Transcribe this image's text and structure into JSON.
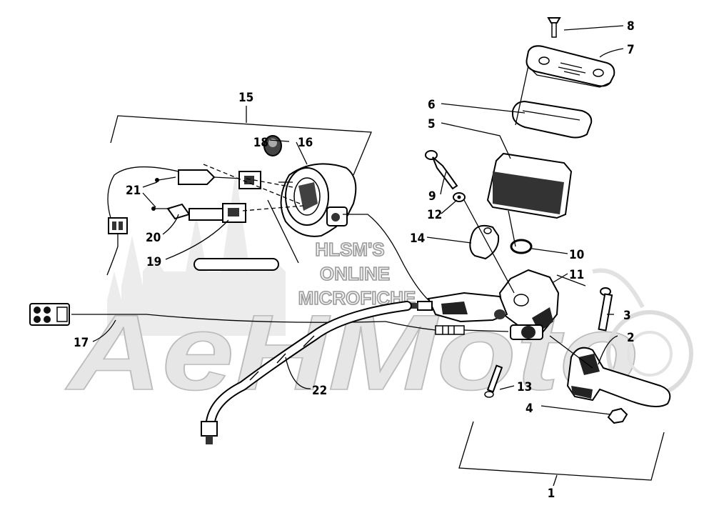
{
  "watermark": {
    "line1": "HLSM'S",
    "line2": "ONLINE",
    "line3": "MICROFICHE",
    "brand": "AeHMoto",
    "color": "#bcbcbc"
  },
  "callouts": [
    {
      "id": "1",
      "text": "1"
    },
    {
      "id": "2",
      "text": "2"
    },
    {
      "id": "3",
      "text": "3"
    },
    {
      "id": "4",
      "text": "4"
    },
    {
      "id": "5",
      "text": "5"
    },
    {
      "id": "6",
      "text": "6"
    },
    {
      "id": "7",
      "text": "7"
    },
    {
      "id": "8",
      "text": "8"
    },
    {
      "id": "9",
      "text": "9"
    },
    {
      "id": "10",
      "text": "10"
    },
    {
      "id": "11",
      "text": "11"
    },
    {
      "id": "12",
      "text": "12"
    },
    {
      "id": "13",
      "text": "13"
    },
    {
      "id": "14",
      "text": "14"
    },
    {
      "id": "15",
      "text": "15"
    },
    {
      "id": "16",
      "text": "16"
    },
    {
      "id": "17",
      "text": "17"
    },
    {
      "id": "18",
      "text": "18"
    },
    {
      "id": "19",
      "text": "19"
    },
    {
      "id": "20",
      "text": "20"
    },
    {
      "id": "21",
      "text": "21"
    },
    {
      "id": "22",
      "text": "22"
    }
  ]
}
